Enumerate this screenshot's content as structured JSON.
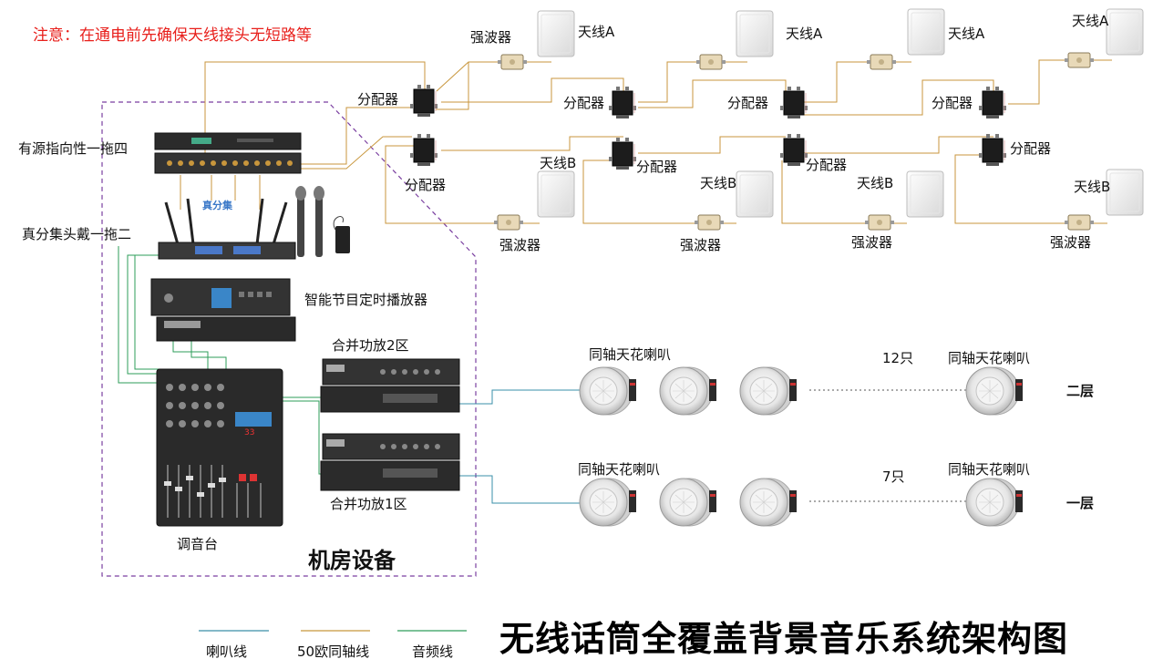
{
  "warning": "注意：在通电前先确保天线接头无短路等",
  "title": "无线话筒全覆盖背景音乐系统架构图",
  "room_label": "机房设备",
  "devices": {
    "active_splitter": "有源指向性一拖四",
    "true_diversity": "真分集头戴一拖二",
    "brand_plate": "真分集",
    "player": "智能节目定时播放器",
    "amp2": "合并功放2区",
    "amp1": "合并功放1区",
    "mixer": "调音台",
    "mixer_display": "33"
  },
  "labels": {
    "splitter": "分配器",
    "booster": "强波器",
    "antenna_a": "天线A",
    "antenna_b": "天线B",
    "speaker": "同轴天花喇叭"
  },
  "floors": [
    {
      "name": "二层",
      "count": "12只"
    },
    {
      "name": "一层",
      "count": "7只"
    }
  ],
  "legend": [
    {
      "label": "喇叭线",
      "color": "#3a8fa8"
    },
    {
      "label": "50欧同轴线",
      "color": "#c8963c"
    },
    {
      "label": "音频线",
      "color": "#2e9e5a"
    }
  ],
  "colors": {
    "coax": "#c8963c",
    "speaker_wire": "#3a8fa8",
    "audio": "#2e9e5a",
    "room_border": "#7a3fa0",
    "warning": "#e8201c"
  }
}
